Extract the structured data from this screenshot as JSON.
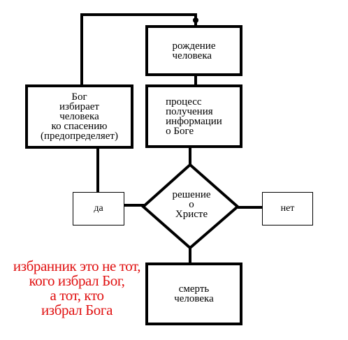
{
  "diagram": {
    "nodes": {
      "birth": "рождение\nчеловека",
      "god_chooses": "Бог\nизбирает\nчеловека\nко спасению\n(предопределяет)",
      "process": "процесс\nполучения\nинформации\nо Боге",
      "decision": "решение\nо\nХристе",
      "yes": "да",
      "no": "нет",
      "death": "смерть\nчеловека"
    },
    "note": "избранник это не тот,\nкого избрал Бог,\nа тот, кто\nизбрал Бога",
    "colors": {
      "stroke": "#000000",
      "note": "#e01010",
      "background": "#ffffff"
    }
  }
}
